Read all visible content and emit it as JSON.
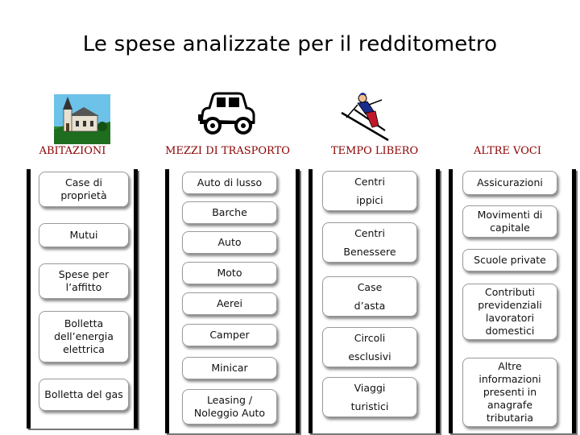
{
  "title": "Le spese analizzate per il redditometro",
  "icons": [
    "church-icon",
    "car-icon",
    "skier-icon"
  ],
  "columns": [
    {
      "header": "ABITAZIONI",
      "items": [
        "Case di\nproprietà",
        "Mutui",
        "Spese per\nl’affitto",
        "Bolletta\ndell’energia\nelettrica",
        "Bolletta del gas"
      ]
    },
    {
      "header": "MEZZI DI TRASPORTO",
      "items": [
        "Auto di lusso",
        "Barche",
        "Auto",
        "Moto",
        "Aerei",
        "Camper",
        "Minicar",
        "Leasing /\nNoleggio Auto"
      ]
    },
    {
      "header": "TEMPO LIBERO",
      "items": [
        "Centri\nippici",
        "Centri\nBenessere",
        "Case\nd’asta",
        "Circoli\nesclusivi",
        "Viaggi\nturistici"
      ]
    },
    {
      "header": "ALTRE VOCI",
      "items": [
        "Assicurazioni",
        "Movimenti di\ncapitale",
        "Scuole private",
        "Contributi\nprevidenziali\nlavoratori\ndomestici",
        "Altre\ninformazioni\npresenti in\nanagrafe\ntributaria"
      ]
    }
  ],
  "colors": {
    "header": "#8b0000",
    "border": "#000000"
  }
}
